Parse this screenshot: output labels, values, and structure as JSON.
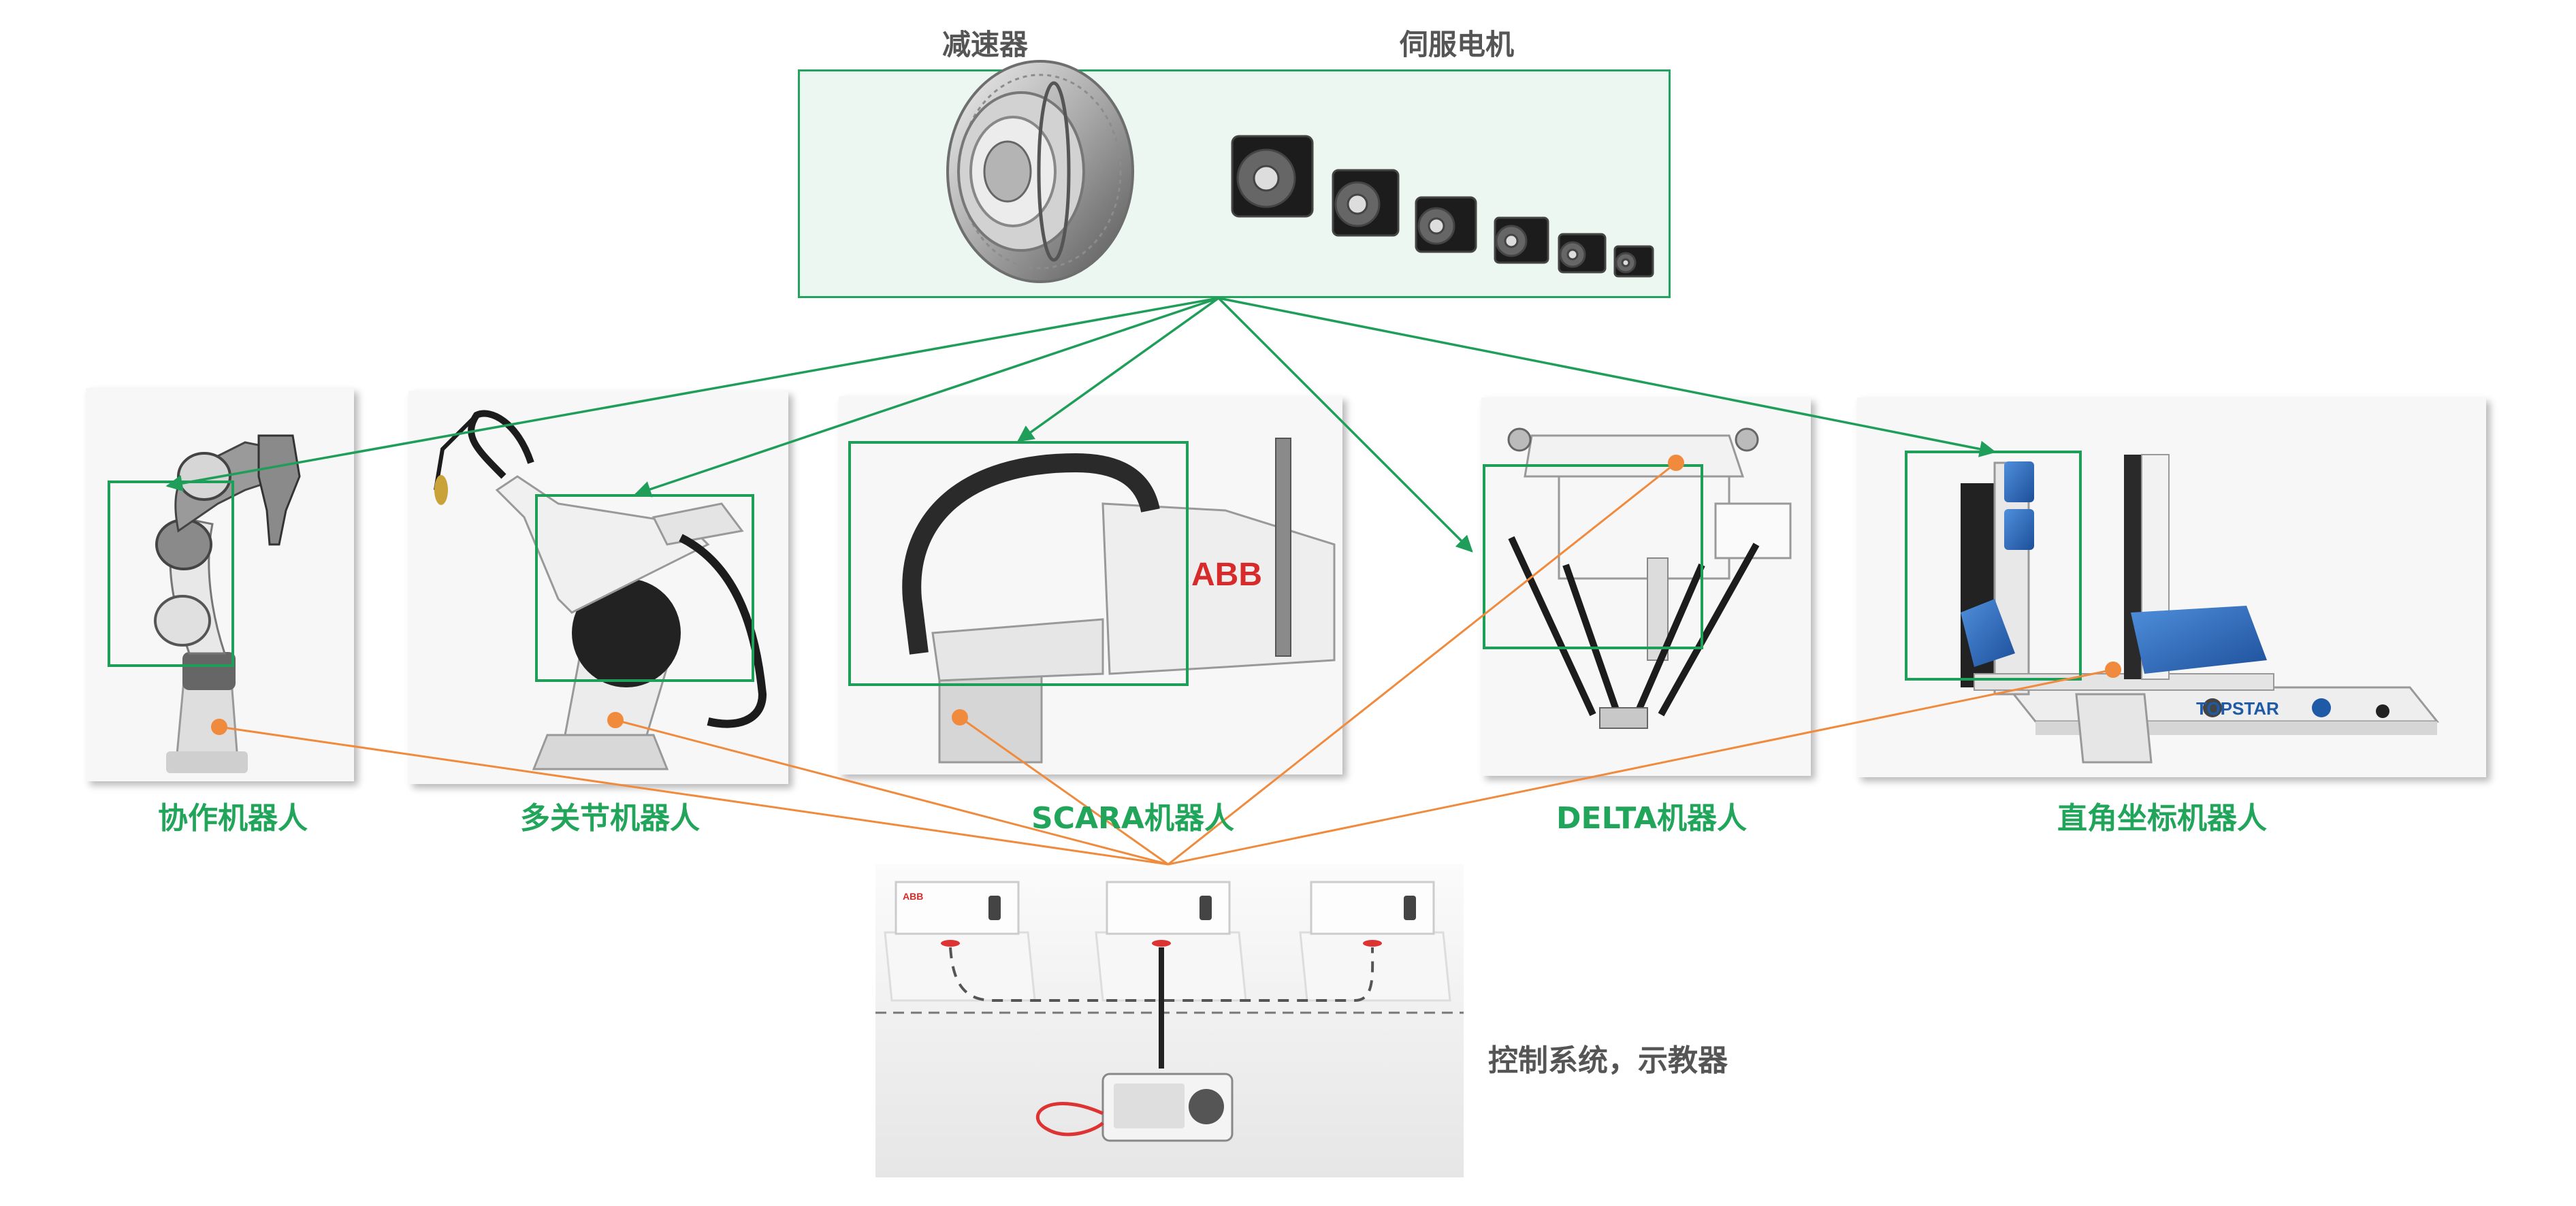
{
  "top": {
    "reducer_label": "减速器",
    "servo_label": "伺服电机"
  },
  "robots": [
    {
      "label": "协作机器人"
    },
    {
      "label": "多关节机器人"
    },
    {
      "label": "SCARA机器人"
    },
    {
      "label": "DELTA机器人"
    },
    {
      "label": "直角坐标机器人"
    }
  ],
  "controller": {
    "label": "控制系统，示教器"
  },
  "product_marks": {
    "scara_brand": "ABB",
    "gantry_brand": "TOPSTAR",
    "controller_brand": "ABB"
  },
  "colors": {
    "accent_green": "#21a55a",
    "link_orange": "#f08a3c",
    "heading_gray": "#555555"
  }
}
